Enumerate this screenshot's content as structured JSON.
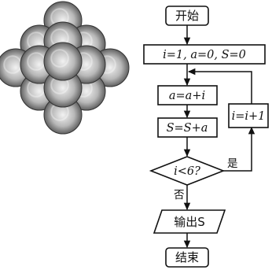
{
  "flowchart": {
    "start": "开始",
    "init": "i=1, a=0, S=0",
    "step_a": "a=a+i",
    "step_s": "S=S+a",
    "decision": "i<6?",
    "yes_label": "是",
    "no_label": "否",
    "increment": "i=i+1",
    "output": "输出S",
    "end": "结束"
  },
  "sphere_pile": {
    "layers": [
      1,
      4,
      9
    ],
    "sphere_color": "#8a8a8a"
  }
}
